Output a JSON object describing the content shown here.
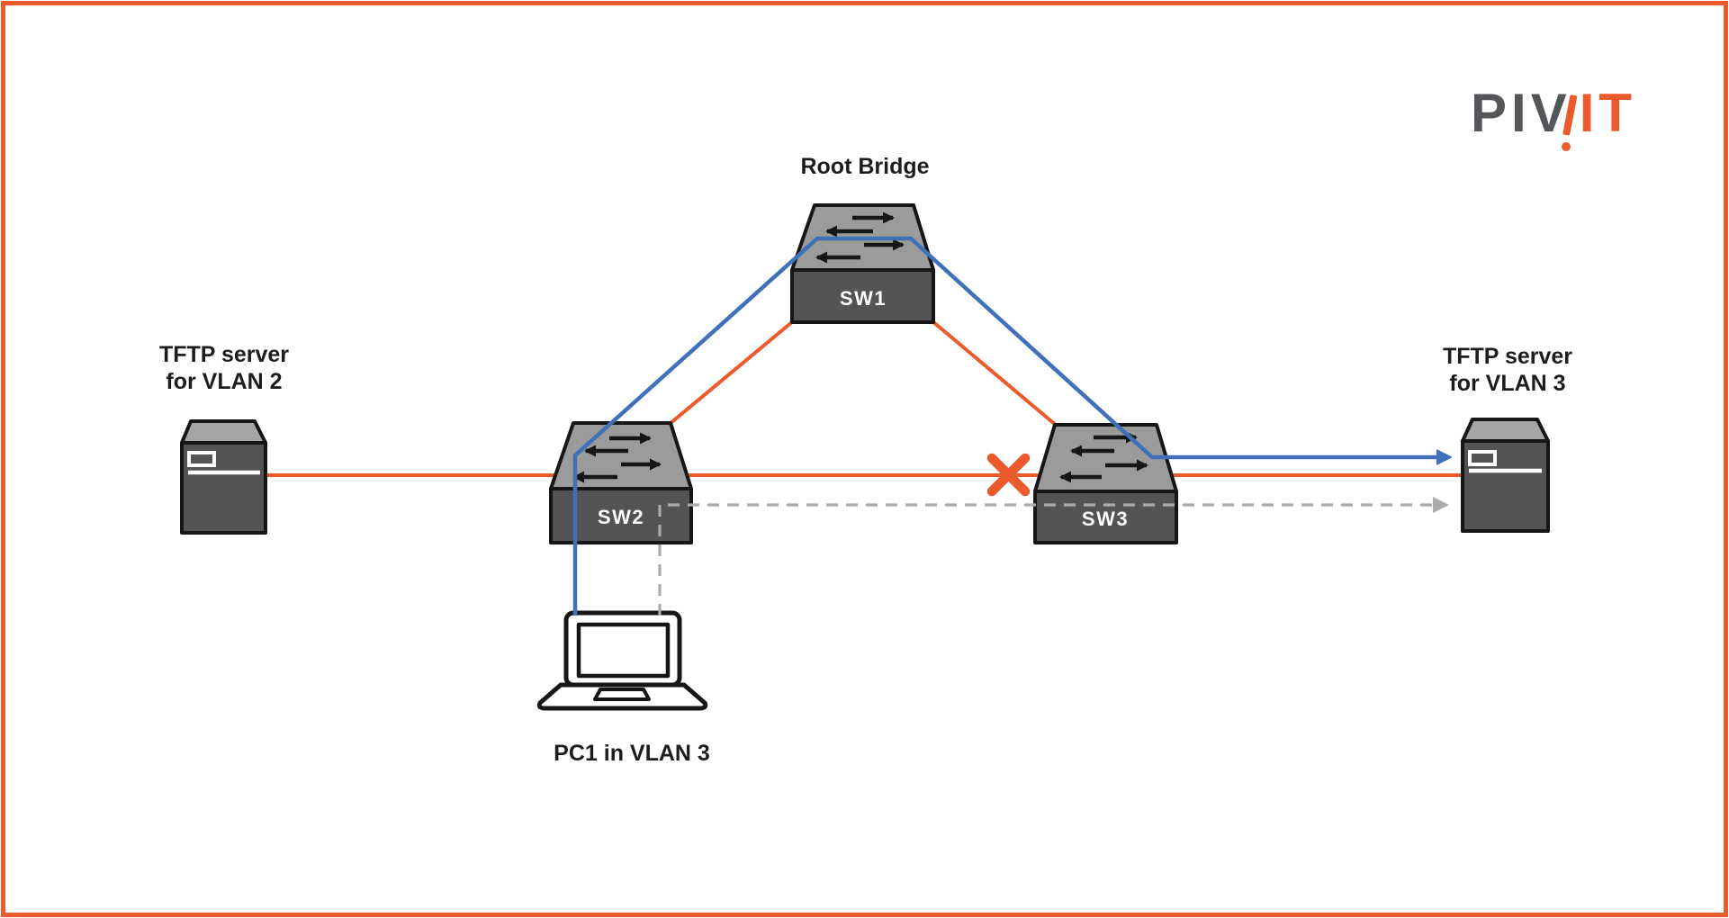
{
  "colors": {
    "orange": "#EB5A2B",
    "blue": "#4070B7",
    "gray_dash": "#ABABAB",
    "switch_top": "#9B9B9C",
    "switch_front": "#545456",
    "server_top": "#A5A5A6",
    "server_front": "#545456",
    "outline": "#161616",
    "logo_gray": "#55565A",
    "label_text": "#1D1D1D"
  },
  "logo": {
    "gray_text": "PIV",
    "orange_text": "IT"
  },
  "nodes": {
    "sw1": {
      "label": "SW1",
      "caption": "Root Bridge",
      "icon": "network-switch"
    },
    "sw2": {
      "label": "SW2",
      "icon": "network-switch"
    },
    "sw3": {
      "label": "SW3",
      "icon": "network-switch"
    },
    "tftp_vlan2": {
      "label_line1": "TFTP server",
      "label_line2": "for VLAN 2",
      "icon": "server-tower"
    },
    "tftp_vlan3": {
      "label_line1": "TFTP server",
      "label_line2": "for VLAN 3",
      "icon": "server-tower"
    },
    "pc1": {
      "label": "PC1 in VLAN 3",
      "icon": "laptop"
    }
  },
  "edges": [
    {
      "from": "tftp_vlan2",
      "to": "sw2",
      "style": "orange-solid"
    },
    {
      "from": "sw2",
      "to": "sw1",
      "style": "orange-solid"
    },
    {
      "from": "sw1",
      "to": "sw3",
      "style": "orange-solid"
    },
    {
      "from": "sw2",
      "to": "sw3",
      "style": "orange-solid",
      "marker": "blocked-x"
    },
    {
      "from": "sw3",
      "to": "tftp_vlan3",
      "style": "orange-solid"
    },
    {
      "from": "pc1",
      "to": "sw2",
      "style": "blue-solid"
    },
    {
      "from": "sw2",
      "to": "sw1",
      "style": "blue-solid"
    },
    {
      "from": "sw1",
      "to": "sw3",
      "style": "blue-solid"
    },
    {
      "from": "sw3",
      "to": "tftp_vlan3",
      "style": "blue-solid",
      "marker": "arrow"
    },
    {
      "from": "pc1",
      "to": "sw2",
      "style": "gray-dashed"
    },
    {
      "from": "sw2",
      "to": "tftp_vlan3",
      "style": "gray-dashed",
      "marker": "arrow"
    }
  ]
}
